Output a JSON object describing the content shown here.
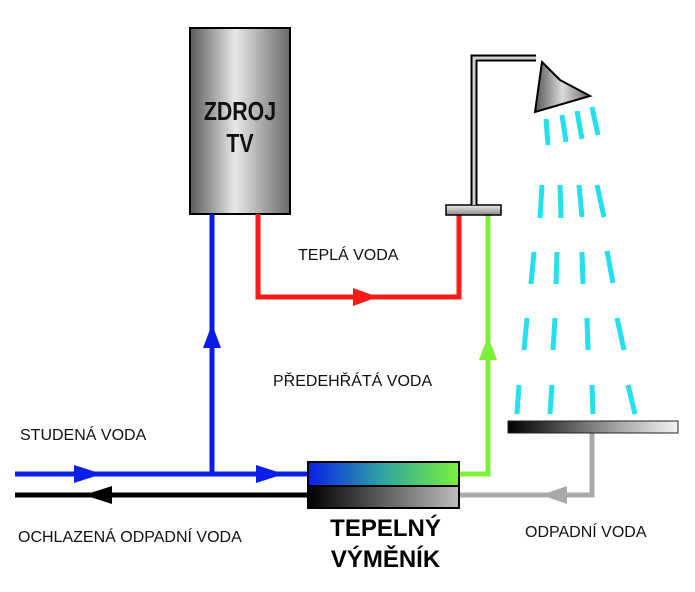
{
  "tank": {
    "line1": "ZDROJ",
    "line2": "TV"
  },
  "labels": {
    "warm_water": "TEPLÁ VODA",
    "preheated_water": "PŘEDEHŘÁTÁ VODA",
    "cold_water": "STUDENÁ VODA",
    "cooled_waste": "OCHLAZENÁ ODPADNÍ VODA",
    "waste_water": "ODPADNÍ VODA"
  },
  "exchanger": {
    "line1": "TEPELNÝ",
    "line2": "VÝMĚNÍK"
  },
  "colors": {
    "cold": "#0a1ee8",
    "hot": "#ff1a1a",
    "preheated": "#7cf03a",
    "waste": "#a9a9a9",
    "cooled": "#000000",
    "spray": "#22e0ee"
  }
}
